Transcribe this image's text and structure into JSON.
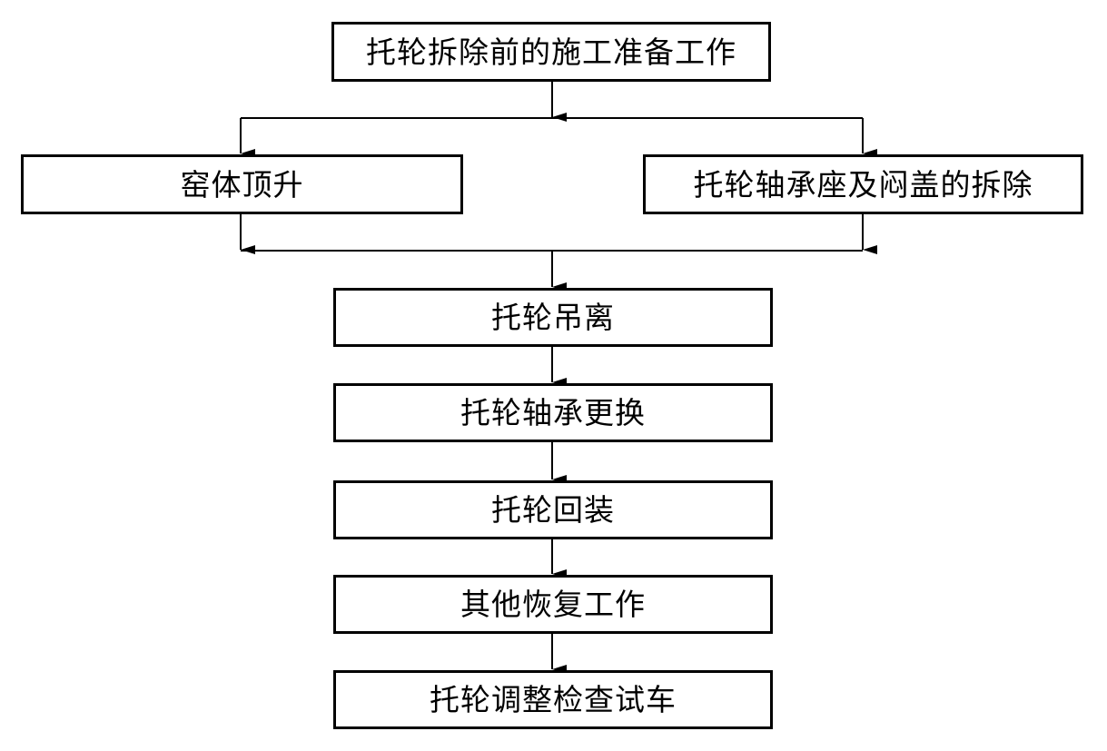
{
  "diagram": {
    "type": "flowchart",
    "colors": {
      "stroke": "#000000",
      "background": "#ffffff",
      "text": "#000000"
    },
    "nodes": {
      "prep": "托轮拆除前的施工准备工作",
      "lift": "窑体顶升",
      "remove": "托轮轴承座及闷盖的拆除",
      "hoist": "托轮吊离",
      "bearing": "托轮轴承更换",
      "refit": "托轮回装",
      "restore": "其他恢复工作",
      "test": "托轮调整检查试车"
    },
    "edges": [
      [
        "prep",
        "lift"
      ],
      [
        "prep",
        "remove"
      ],
      [
        "lift",
        "hoist"
      ],
      [
        "remove",
        "hoist"
      ],
      [
        "hoist",
        "bearing"
      ],
      [
        "bearing",
        "refit"
      ],
      [
        "refit",
        "restore"
      ],
      [
        "restore",
        "test"
      ]
    ]
  }
}
